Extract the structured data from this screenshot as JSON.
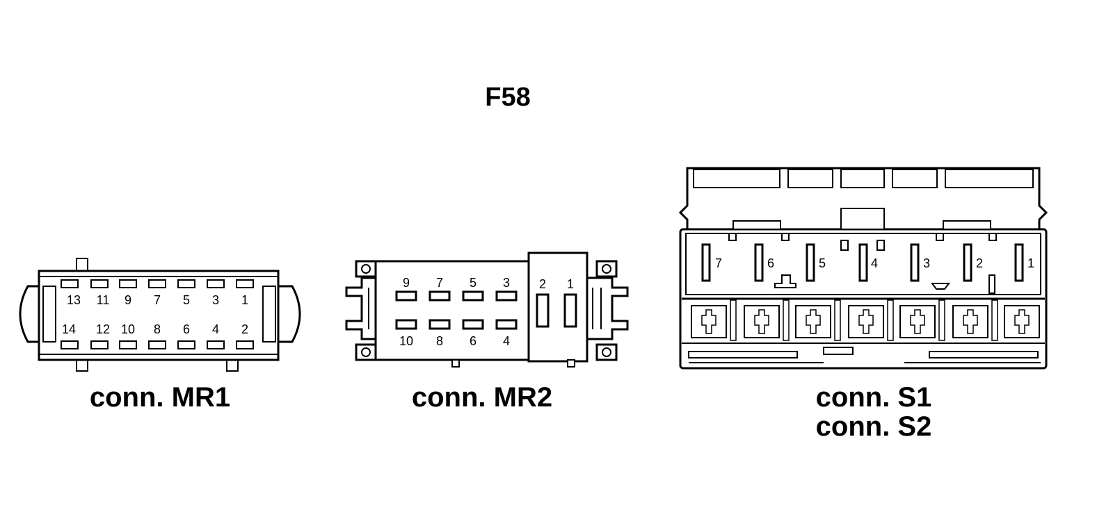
{
  "title": "F58",
  "connectors": {
    "mr1": {
      "caption": "conn. MR1",
      "pins_top": [
        "13",
        "11",
        "9",
        "7",
        "5",
        "3",
        "1"
      ],
      "pins_bottom": [
        "14",
        "12",
        "10",
        "8",
        "6",
        "4",
        "2"
      ]
    },
    "mr2": {
      "caption": "conn. MR2",
      "pins_top": [
        "9",
        "7",
        "5",
        "3"
      ],
      "pins_bottom": [
        "10",
        "8",
        "6",
        "4"
      ],
      "pins_side": [
        "2",
        "1"
      ]
    },
    "s1s2": {
      "caption_1": "conn. S1",
      "caption_2": "conn. S2",
      "pins": [
        "7",
        "6",
        "5",
        "4",
        "3",
        "2",
        "1"
      ]
    }
  }
}
